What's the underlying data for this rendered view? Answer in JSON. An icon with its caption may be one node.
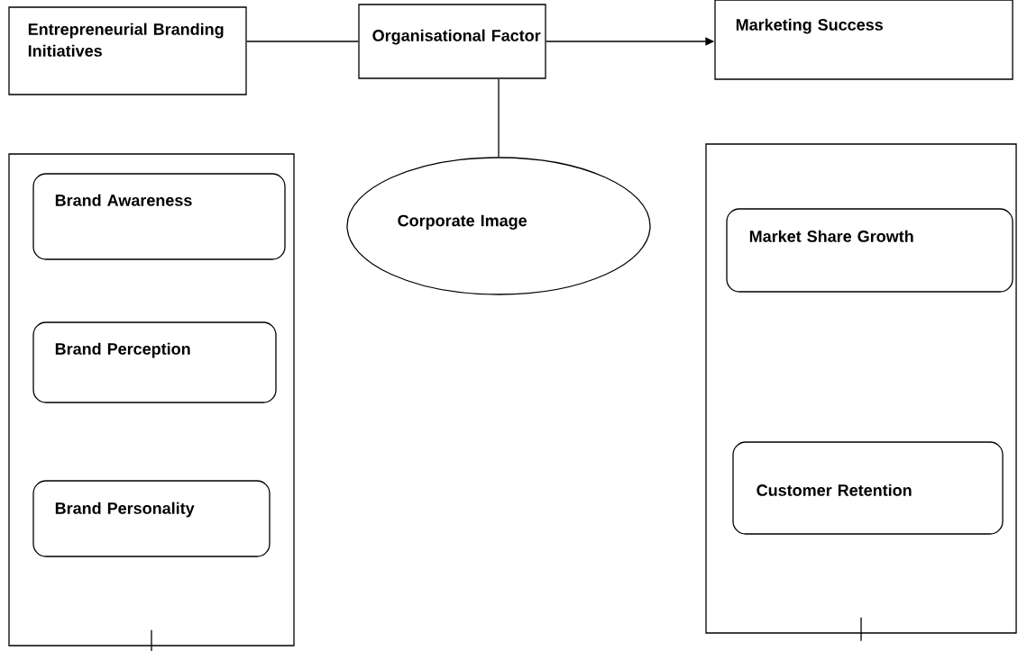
{
  "diagram": {
    "nodes": [
      {
        "text": [
          "Entrepreneurial Branding Initiatives"
        ]
      },
      {
        "text": [
          "Organisational Factor"
        ]
      },
      {
        "text": [
          "Marketing Success"
        ]
      },
      {
        "text": [
          "Corporate Image"
        ]
      },
      {
        "text": [],
        "shape": "box"
      },
      {
        "text": [
          "Brand Awareness"
        ],
        "in": 4
      },
      {
        "text": [
          "Brand Perception"
        ],
        "in": 4
      },
      {
        "text": [
          "Brand Personality"
        ],
        "in": 4
      },
      {
        "text": [],
        "shape": "box"
      },
      {
        "text": [
          "Market Share Growth"
        ],
        "in": 8
      },
      {
        "text": [
          "Customer Retention"
        ],
        "in": 8
      }
    ],
    "edges": [
      {
        "from": 0,
        "to": 1,
        "arrow": "none"
      },
      {
        "from": 1,
        "to": 2,
        "arrow": "to"
      },
      {
        "from": 1,
        "to": 3,
        "arrow": "none"
      },
      {
        "from": 4,
        "to": null,
        "arrow": "none"
      },
      {
        "from": 8,
        "to": null,
        "arrow": "none"
      }
    ]
  }
}
